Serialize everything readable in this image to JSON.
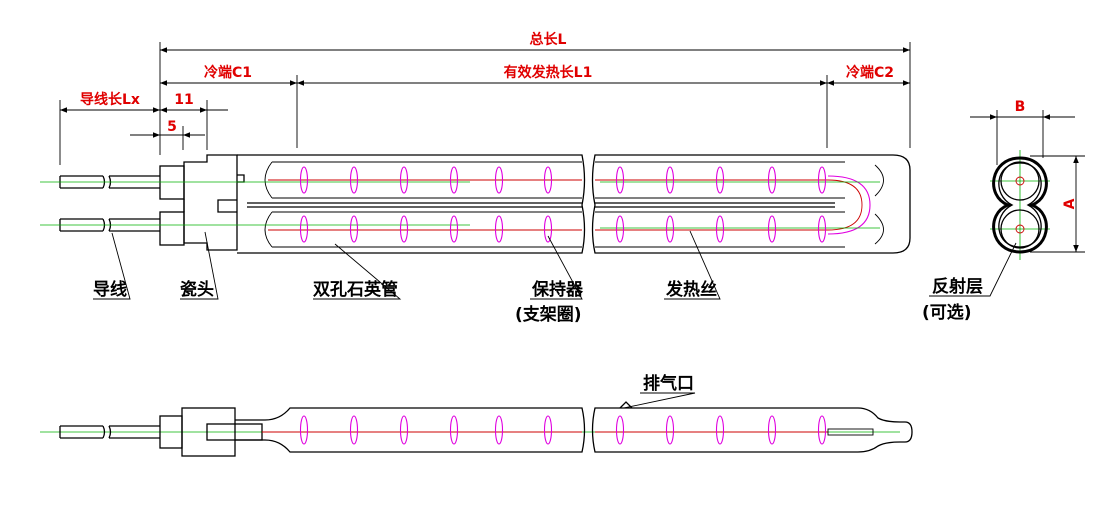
{
  "dimensions": {
    "total_length": "总长L",
    "cold_end_1": "冷端C1",
    "effective_length": "有效发热长L1",
    "cold_end_2": "冷端C2",
    "lead_length": "导线长Lx",
    "dim_11": "11",
    "dim_5": "5",
    "dim_b": "B",
    "dim_a": "A"
  },
  "labels": {
    "lead_wire": "导线",
    "ceramic_head": "瓷头",
    "twin_tube": "双孔石英管",
    "holder": "保持器",
    "holder_note": "(支架圈)",
    "heating_wire": "发热丝",
    "reflector": "反射层",
    "reflector_note": "(可选)",
    "exhaust_port": "排气口"
  },
  "colors": {
    "dimension_text": "#e00000",
    "label_text": "#000000",
    "centerline": "#00b000",
    "heating_coil": "#e000e0",
    "heating_wire": "#cc0000"
  }
}
